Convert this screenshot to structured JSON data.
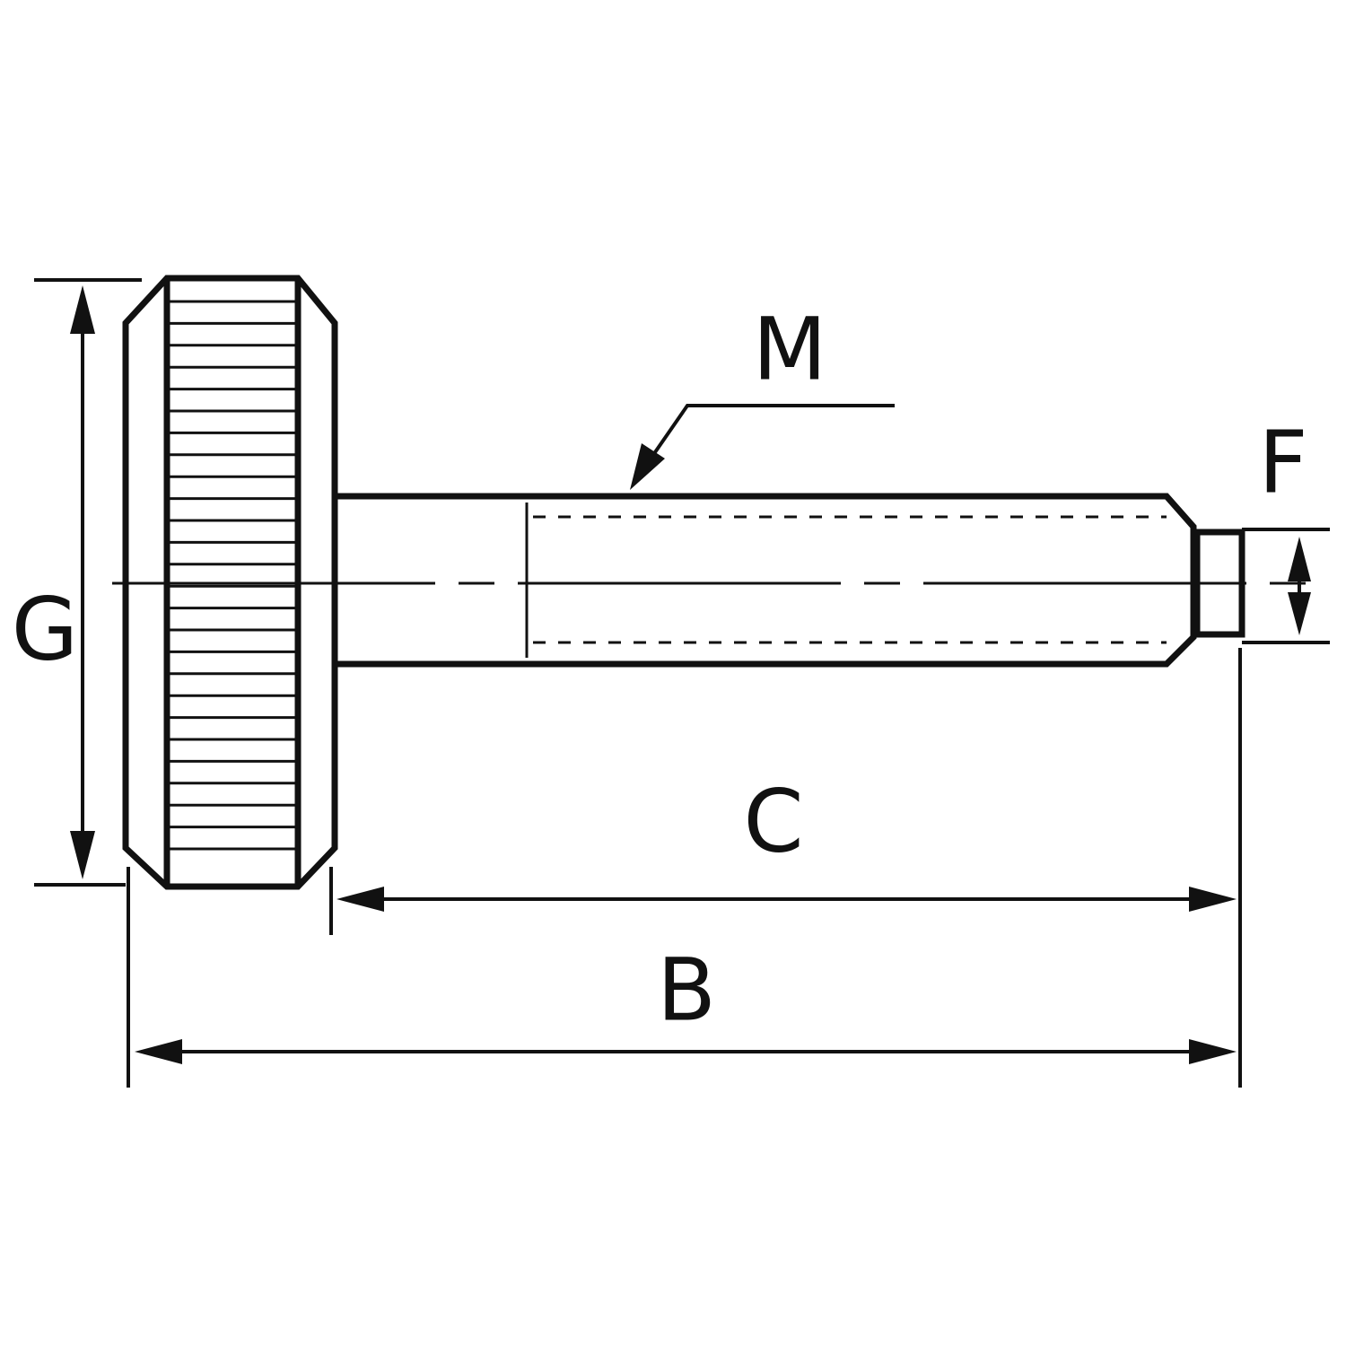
{
  "labels": {
    "g": "G",
    "m": "M",
    "f": "F",
    "c": "C",
    "b": "B"
  },
  "colors": {
    "line": "#111111",
    "background": "#ffffff"
  }
}
